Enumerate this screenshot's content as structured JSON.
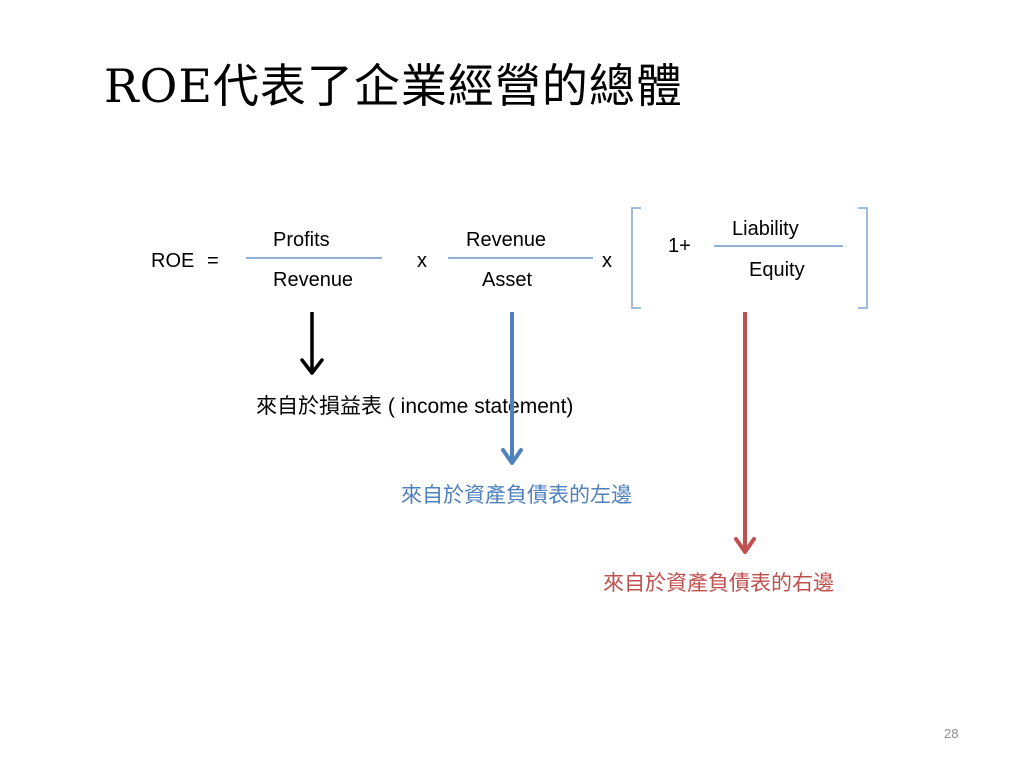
{
  "slide": {
    "title": "ROE代表了企業經營的總體",
    "page_number": "28"
  },
  "formula": {
    "lhs": "ROE",
    "equals": "=",
    "fraction1": {
      "numerator": "Profits",
      "denominator": "Revenue"
    },
    "times1": "x",
    "fraction2": {
      "numerator": "Revenue",
      "denominator": "Asset"
    },
    "times2": "x",
    "bracket_term": {
      "prefix": "1+",
      "numerator": "Liability",
      "denominator": "Equity"
    }
  },
  "annotations": {
    "income_statement": "來自於損益表 ( income statement)",
    "balance_left": "來自於資產負債表的左邊",
    "balance_right": "來自於資產負債表的右邊"
  },
  "colors": {
    "fraction_line": "#4f81bd",
    "bracket": "#95b3d7",
    "arrow_black": "#000000",
    "arrow_blue": "#4f81bd",
    "arrow_red": "#c0504d"
  }
}
